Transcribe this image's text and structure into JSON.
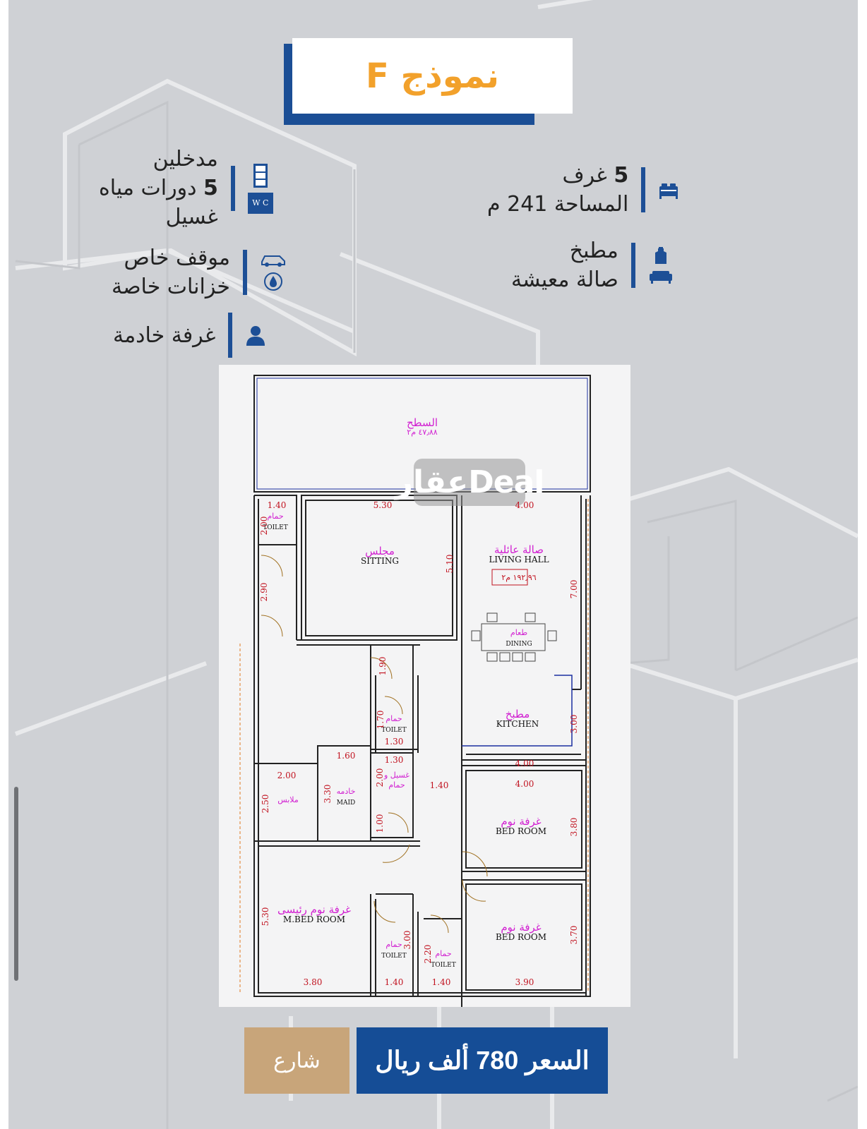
{
  "title": "نموذج F",
  "features": {
    "rooms": {
      "count": "5",
      "label": "غرف",
      "icon": "bed-icon"
    },
    "area": "المساحة 241 م",
    "kitchen": {
      "label": "مطبخ",
      "icon": "apron-icon"
    },
    "living": {
      "label": "صالة معيشة",
      "icon": "sofa-icon"
    },
    "entrances": {
      "label": "مدخلين",
      "icon": "door-icon"
    },
    "bathrooms": {
      "count": "5",
      "label": "دورات مياه",
      "icon": "wc-icon",
      "icon_text": "W C"
    },
    "laundry": "غسيل",
    "parking": {
      "label": "موقف خاص",
      "icon": "car-icon"
    },
    "tanks": {
      "label": "خزانات خاصة",
      "icon": "water-drop-icon"
    },
    "maid": {
      "label": "غرفة خادمة",
      "icon": "person-icon"
    }
  },
  "floorplan": {
    "watermark": "عقارDeal",
    "rooms": [
      {
        "id": "roof",
        "ar": "السطح",
        "en": "",
        "area": "٤٧٫٨٨ م٢"
      },
      {
        "id": "toilet1",
        "ar": "حمام",
        "en": "TOILET"
      },
      {
        "id": "sitting",
        "ar": "مجلس",
        "en": "SITTING"
      },
      {
        "id": "living",
        "ar": "صالة عائلية",
        "en": "LIVING  HALL",
        "area": "١٩٢٫٩٦ م٢"
      },
      {
        "id": "dining",
        "ar": "طعام",
        "en": "DINING"
      },
      {
        "id": "toilet2",
        "ar": "حمام",
        "en": "TOILET"
      },
      {
        "id": "kitchen",
        "ar": "مطبخ",
        "en": "KITCHEN"
      },
      {
        "id": "laundry",
        "ar": "غسيل و حمام",
        "en": ""
      },
      {
        "id": "maid",
        "ar": "خادمه",
        "en": "MAID"
      },
      {
        "id": "closet",
        "ar": "ملابس",
        "en": ""
      },
      {
        "id": "bed1",
        "ar": "غرفة نوم",
        "en": "BED  ROOM"
      },
      {
        "id": "mbed",
        "ar": "غرفة نوم رئيسى",
        "en": "M.BED  ROOM"
      },
      {
        "id": "toilet3",
        "ar": "حمام",
        "en": "TOILET"
      },
      {
        "id": "toilet4",
        "ar": "حمام",
        "en": "TOILET"
      },
      {
        "id": "bed2",
        "ar": "غرفة نوم",
        "en": "BED  ROOM"
      }
    ],
    "dimensions": [
      "1.40",
      "5.30",
      "4.00",
      "2.00",
      "2.90",
      "5.10",
      "7.00",
      "1.90",
      "1.70",
      "1.30",
      "3.00",
      "1.60",
      "1.30",
      "2.00",
      "1.40",
      "4.00",
      "4.00",
      "2.00",
      "2.50",
      "3.30",
      "1.00",
      "3.80",
      "5.30",
      "3.00",
      "2.20",
      "3.70",
      "3.80",
      "1.40",
      "1.40",
      "3.90"
    ]
  },
  "buttons": {
    "street": "شارع",
    "price": "السعر 780 ألف ريال"
  }
}
